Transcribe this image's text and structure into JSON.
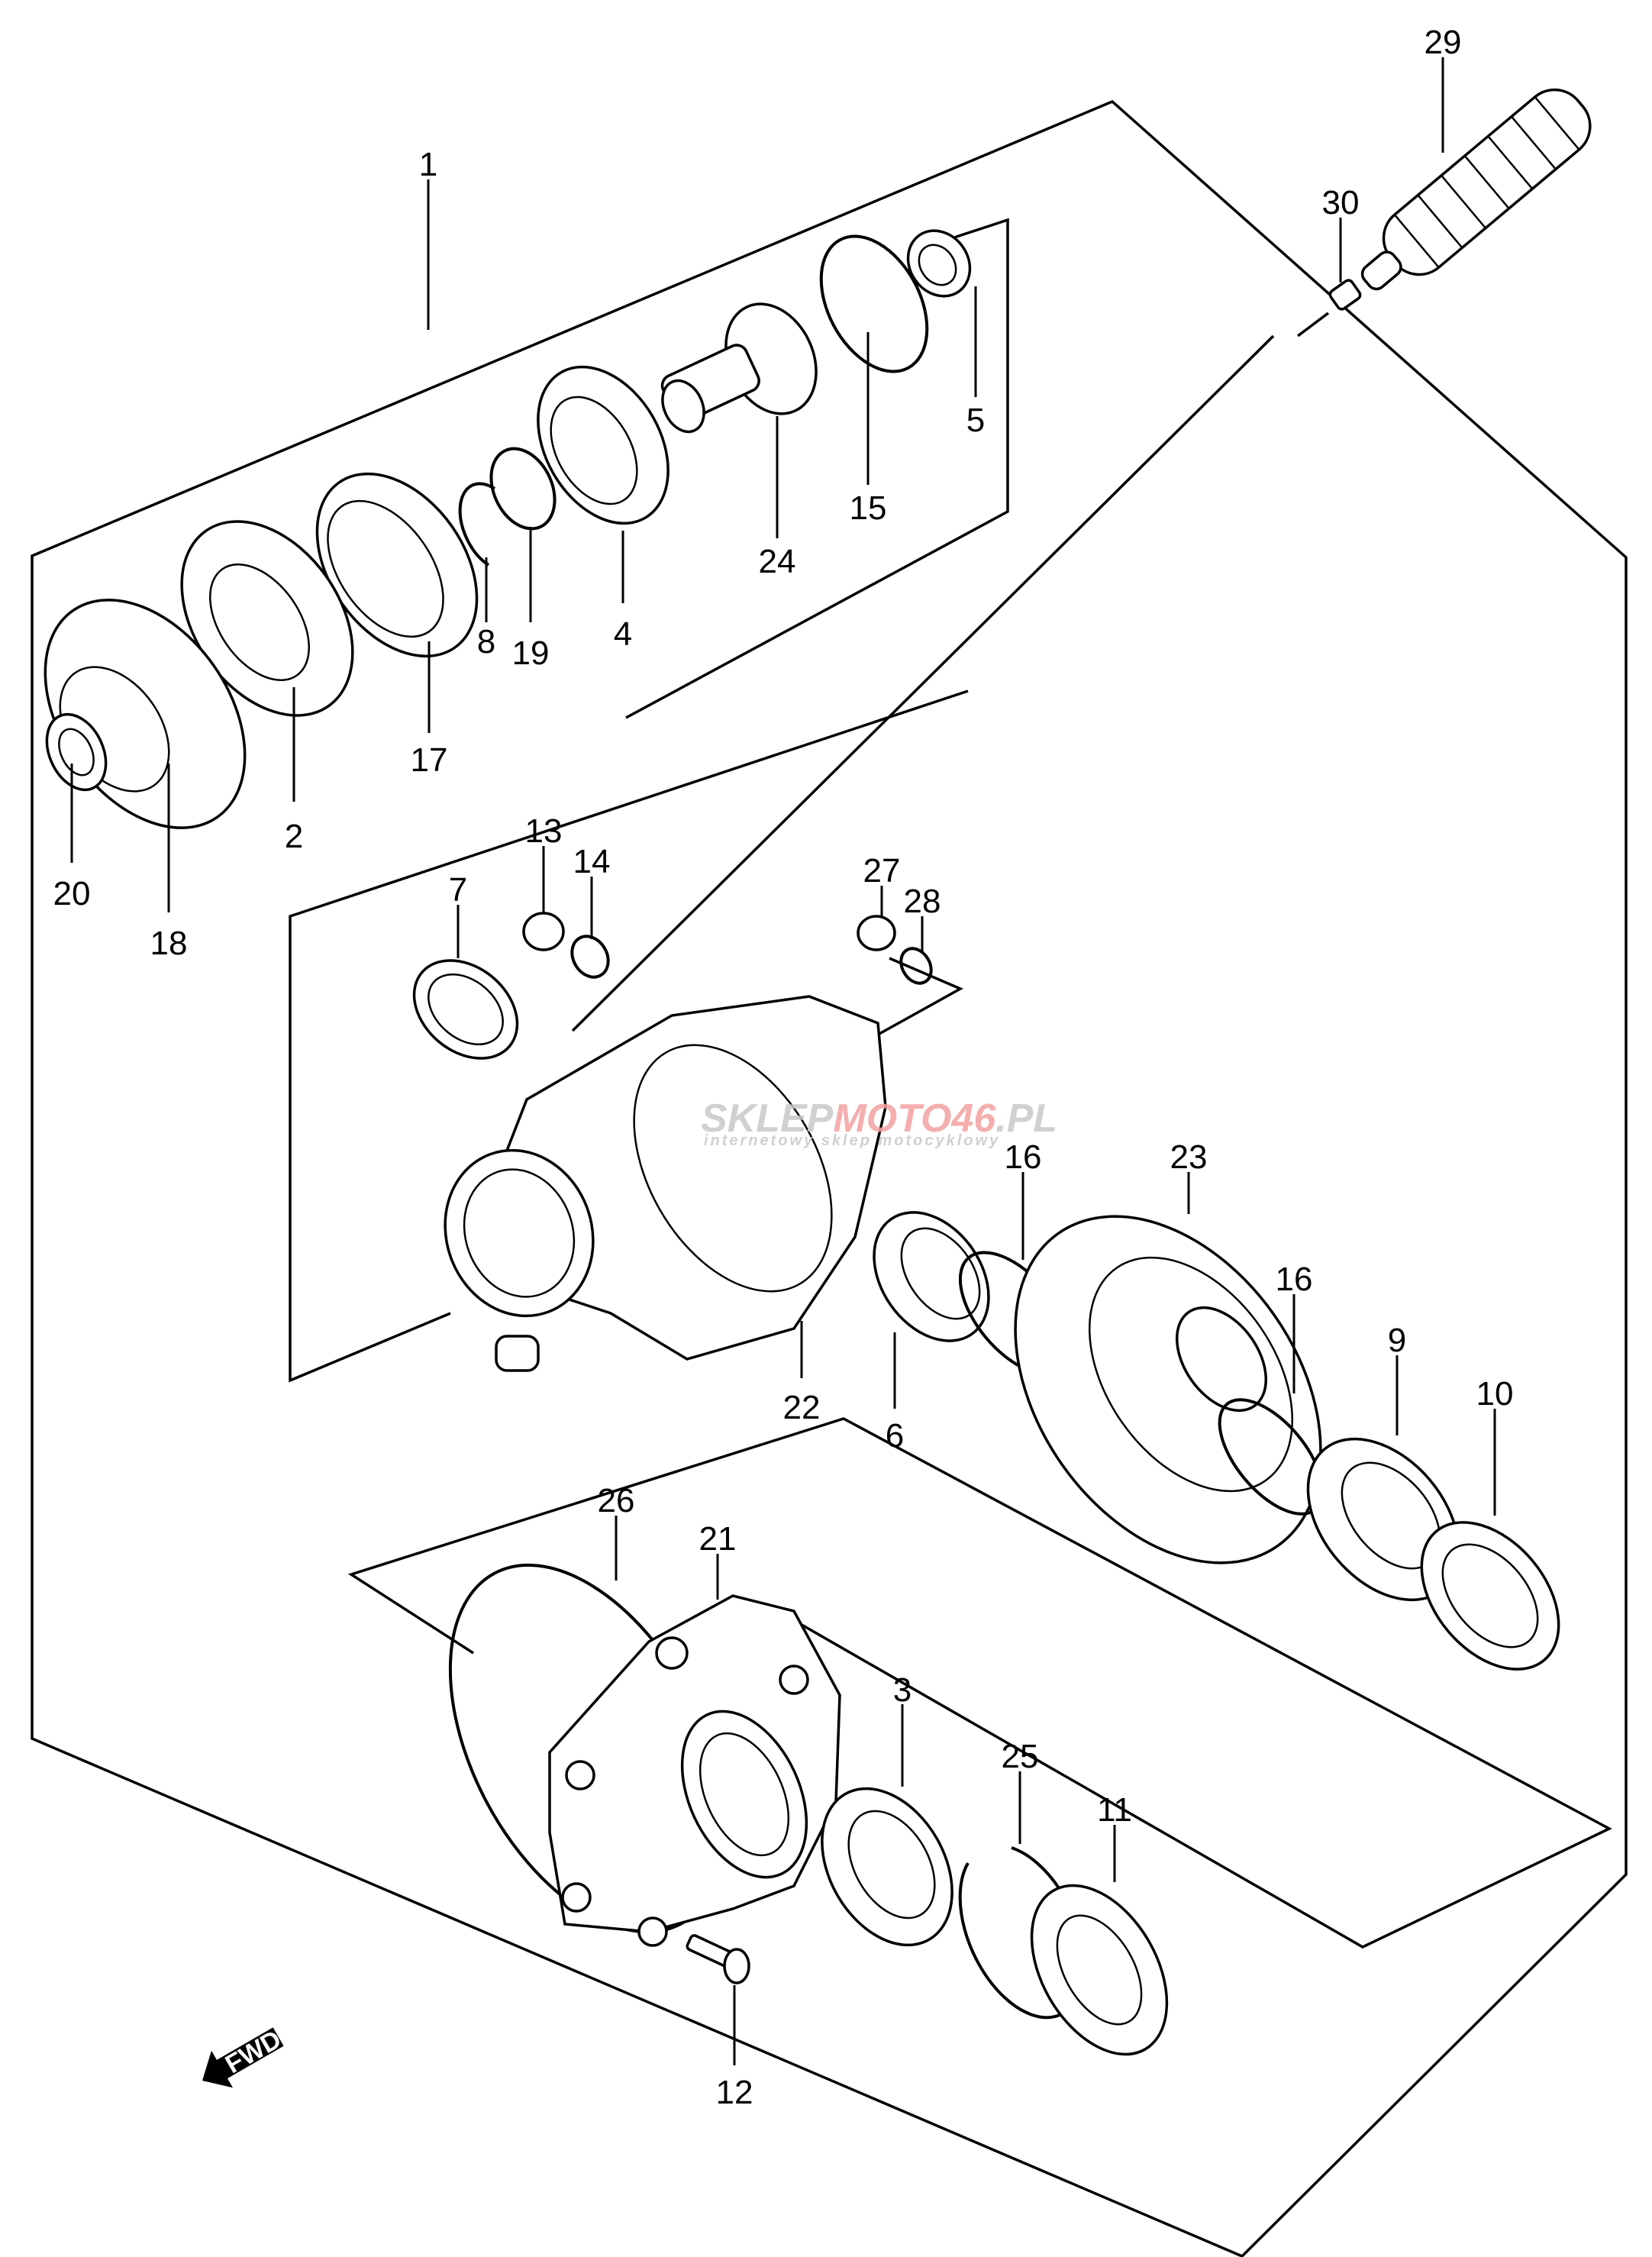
{
  "diagram": {
    "type": "exploded-parts-view",
    "subject": "final drive / bevel gear case assembly",
    "direction_indicator": {
      "label": "FWD",
      "icon": "forward-arrow-icon"
    },
    "watermark": {
      "brand_gray": "SKLEP",
      "brand_red": "MOTO",
      "brand_number": "46",
      "brand_tld": ".PL",
      "tagline": "internetowy sklep motocyklowy",
      "colors": {
        "gray": "#c8c8c8",
        "red": "#f4a0a0"
      }
    },
    "line_color": "#000000",
    "background_color": "#ffffff",
    "callouts": [
      {
        "id": "c1",
        "label": "1",
        "part": "assembly-group"
      },
      {
        "id": "c2",
        "label": "2",
        "part": "oil-seal"
      },
      {
        "id": "c3",
        "label": "3",
        "part": "ball-bearing"
      },
      {
        "id": "c4",
        "label": "4",
        "part": "ball-bearing"
      },
      {
        "id": "c5",
        "label": "5",
        "part": "needle-bearing"
      },
      {
        "id": "c6",
        "label": "6",
        "part": "needle-bearing"
      },
      {
        "id": "c7",
        "label": "7",
        "part": "oil-seal"
      },
      {
        "id": "c8",
        "label": "8",
        "part": "circlip"
      },
      {
        "id": "c9",
        "label": "9",
        "part": "ball-bearing"
      },
      {
        "id": "c10",
        "label": "10",
        "part": "oil-seal"
      },
      {
        "id": "c11",
        "label": "11",
        "part": "oil-seal"
      },
      {
        "id": "c12",
        "label": "12",
        "part": "bolt"
      },
      {
        "id": "c13",
        "label": "13",
        "part": "plug"
      },
      {
        "id": "c14",
        "label": "14",
        "part": "gasket"
      },
      {
        "id": "c15",
        "label": "15",
        "part": "o-ring"
      },
      {
        "id": "c16a",
        "label": "16",
        "part": "shim"
      },
      {
        "id": "c16b",
        "label": "16",
        "part": "shim"
      },
      {
        "id": "c17",
        "label": "17",
        "part": "bearing-retainer-nut"
      },
      {
        "id": "c18",
        "label": "18",
        "part": "coupling"
      },
      {
        "id": "c19",
        "label": "19",
        "part": "shim"
      },
      {
        "id": "c20",
        "label": "20",
        "part": "spline-coupling"
      },
      {
        "id": "c21",
        "label": "21",
        "part": "gear-case-cover"
      },
      {
        "id": "c22",
        "label": "22",
        "part": "gear-case"
      },
      {
        "id": "c23",
        "label": "23",
        "part": "ring-gear"
      },
      {
        "id": "c24",
        "label": "24",
        "part": "drive-pinion"
      },
      {
        "id": "c25",
        "label": "25",
        "part": "circlip"
      },
      {
        "id": "c26",
        "label": "26",
        "part": "o-ring"
      },
      {
        "id": "c27",
        "label": "27",
        "part": "plug"
      },
      {
        "id": "c28",
        "label": "28",
        "part": "gasket"
      },
      {
        "id": "c29",
        "label": "29",
        "part": "breather-boot"
      },
      {
        "id": "c30",
        "label": "30",
        "part": "clamp"
      }
    ]
  }
}
